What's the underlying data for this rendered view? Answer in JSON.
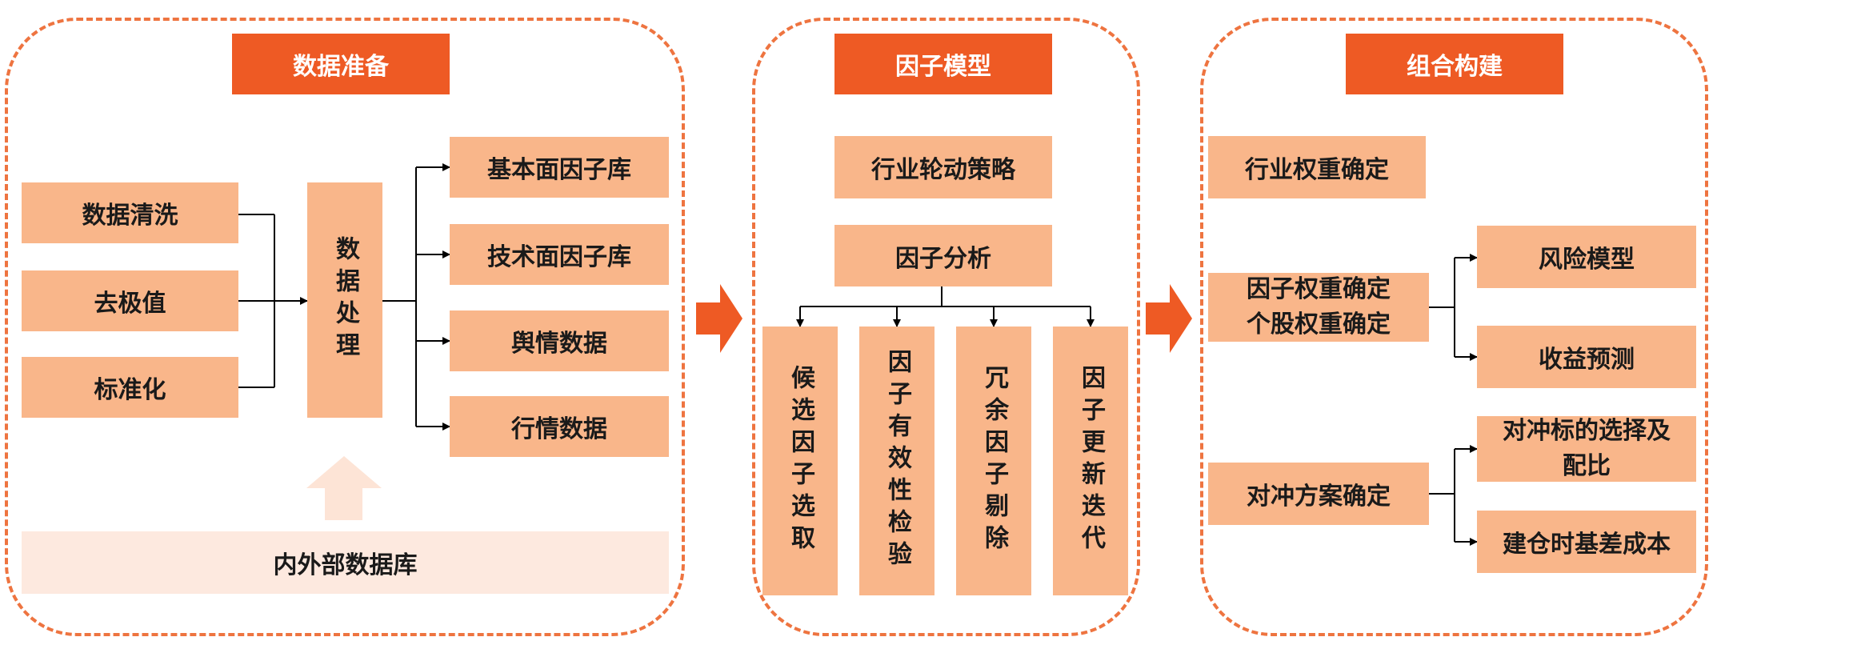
{
  "panels": {
    "data_prep": {
      "title": "数据准备",
      "inputs": [
        "数据清洗",
        "去极值",
        "标准化"
      ],
      "process": "数据处理",
      "outputs": [
        "基本面因子库",
        "技术面因子库",
        "舆情数据",
        "行情数据"
      ],
      "database": "内外部数据库"
    },
    "factor_model": {
      "title": "因子模型",
      "strategy": "行业轮动策略",
      "analysis": "因子分析",
      "steps": [
        "候选因子选取",
        "因子有效性检验",
        "冗余因子剔除",
        "因子更新迭代"
      ]
    },
    "portfolio": {
      "title": "组合构建",
      "industry_weight": "行业权重确定",
      "weights": "因子权重确定\n个股权重确定",
      "weight_outputs": [
        "风险模型",
        "收益预测"
      ],
      "hedge": "对冲方案确定",
      "hedge_outputs": [
        "对冲标的选择及\n配比",
        "建仓时基差成本"
      ]
    }
  },
  "colors": {
    "accent": "#ee5a24",
    "light": "#f9b68a",
    "dash": "#ee7440",
    "pale": "#fde9df"
  }
}
